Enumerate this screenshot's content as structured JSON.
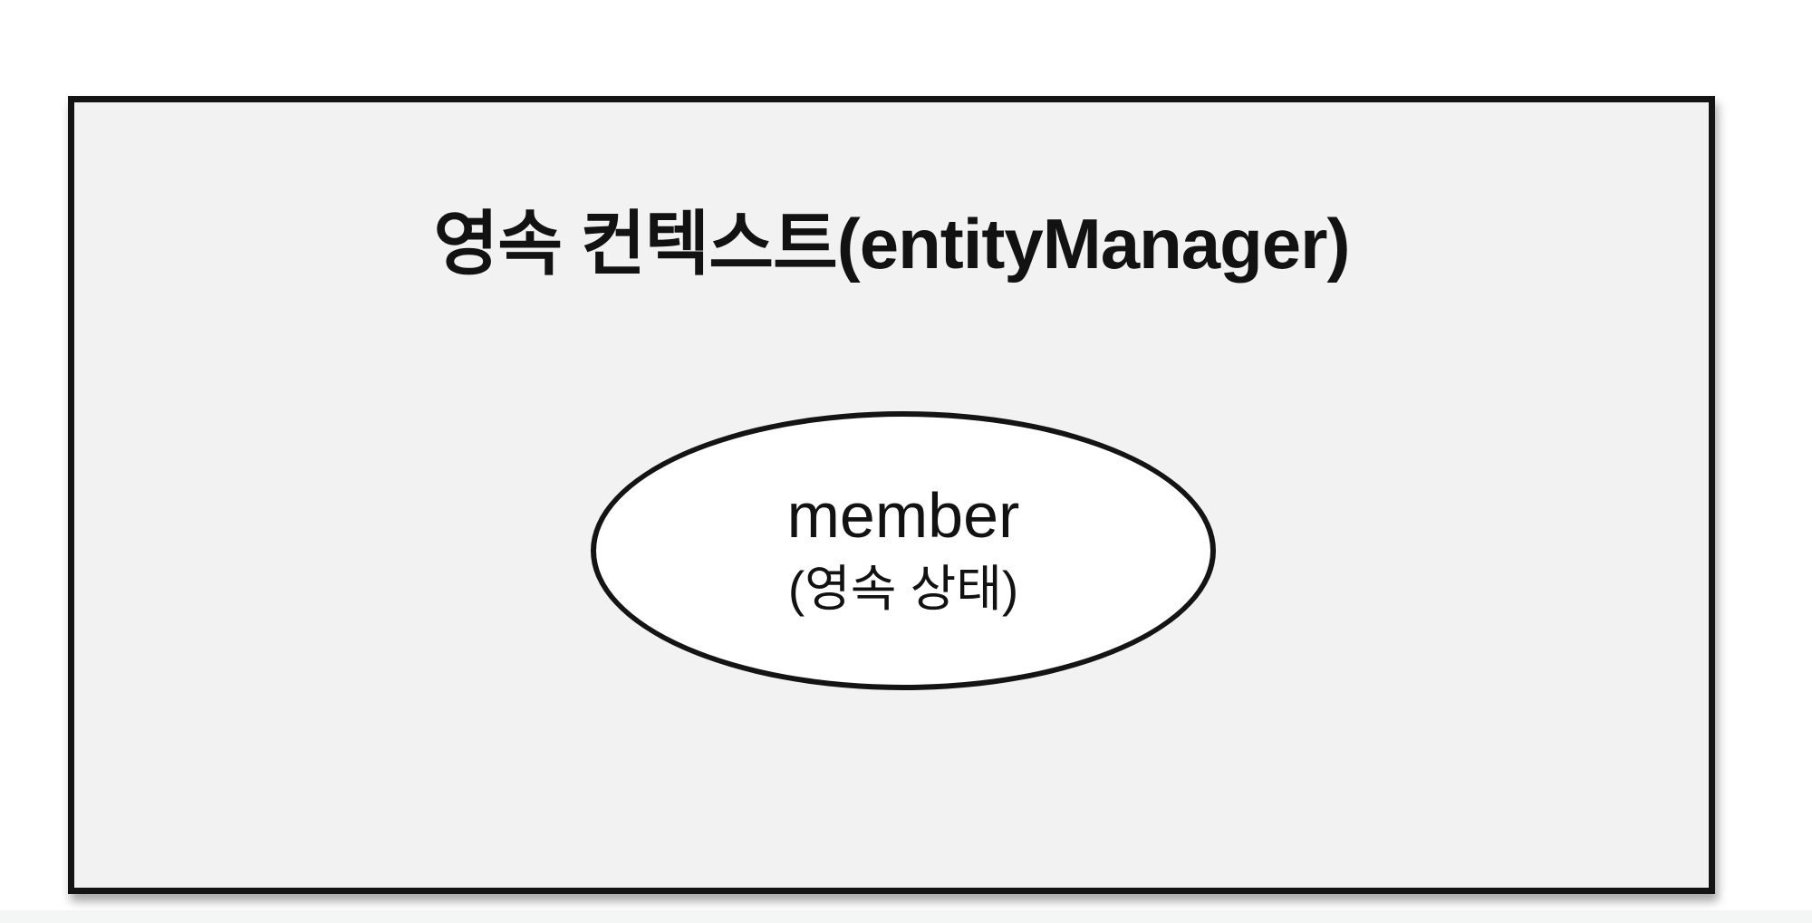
{
  "diagram": {
    "box_title": "영속 컨텍스트(entityManager)",
    "entity": {
      "name": "member",
      "state": "(영속 상태)"
    },
    "colors": {
      "canvas_bg": "#ffffff",
      "box_fill": "#f2f2f2",
      "box_border": "#141414",
      "ellipse_fill": "#ffffff",
      "ellipse_border": "#141414",
      "text": "#121212",
      "bottom_strip": "#f4f5f5"
    }
  }
}
